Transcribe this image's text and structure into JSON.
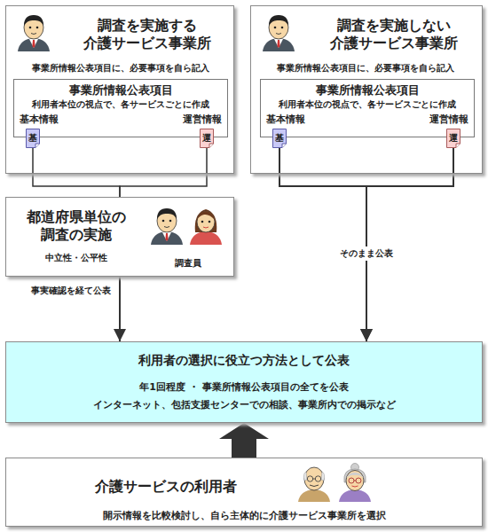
{
  "diagram": {
    "nodes": [
      {
        "text": [
          "調査を実施する 介護サービス事業所",
          "事業所情報公表項目に、必要事項を自ら記入"
        ]
      },
      {
        "text": [
          "事業所情報公表項目",
          "利用者本位の視点で、各サービスごとに作成",
          "基本情報",
          "運営情報"
        ],
        "in": 0
      },
      {
        "text": [
          "基"
        ],
        "in": 0
      },
      {
        "text": [
          "運"
        ],
        "in": 0
      },
      {
        "text": [
          "調査を実施しない 介護サービス事業所",
          "事業所情報公表項目に、必要事項を自ら記入"
        ]
      },
      {
        "text": [
          "事業所情報公表項目",
          "利用者本位の視点で、各サービスごとに作成",
          "基本情報",
          "運営情報"
        ],
        "in": 4
      },
      {
        "text": [
          "基"
        ],
        "in": 4
      },
      {
        "text": [
          "運"
        ],
        "in": 4
      },
      {
        "text": [
          "都道府県単位の 調査の実施",
          "中立性・公平性",
          "調査員"
        ]
      },
      {
        "text": [
          "利用者の選択に役立つ方法として公表",
          "年1回程度 ・ 事業所情報公表項目の全てを公表",
          "インターネット、包括支援センターでの相談、事業所内での掲示など"
        ]
      },
      {
        "text": [
          "介護サービスの利用者",
          "開示情報を比較検討し、自ら主体的に介護サービス事業所を選択"
        ]
      }
    ],
    "edges": [
      {
        "from": 2,
        "to": 8,
        "arrow": "none"
      },
      {
        "from": 3,
        "to": 8,
        "arrow": "none"
      },
      {
        "from": 8,
        "to": 9,
        "label": "事実確認を経て公表",
        "arrow": "to"
      },
      {
        "from": 6,
        "to": 9,
        "label": "そのまま公表",
        "arrow": "to"
      },
      {
        "from": 7,
        "to": 9,
        "arrow": "to"
      },
      {
        "from": 10,
        "to": 9,
        "arrow": "to"
      }
    ]
  }
}
